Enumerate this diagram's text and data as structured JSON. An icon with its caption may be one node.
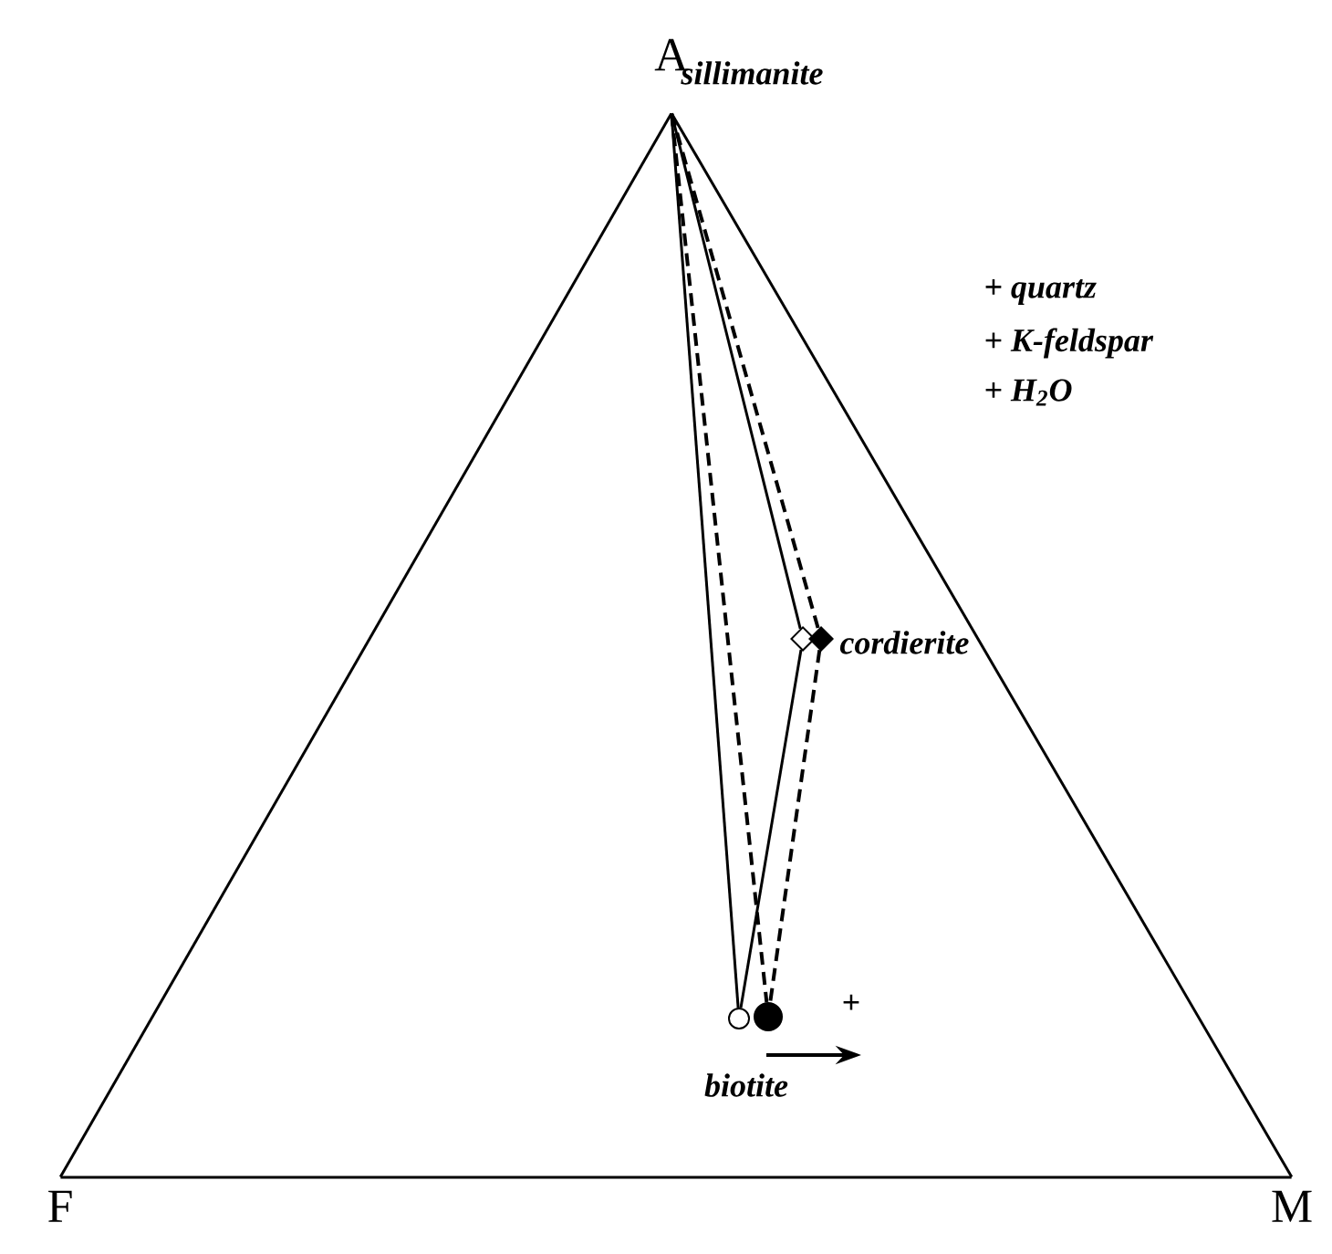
{
  "diagram": {
    "nodes": [
      {
        "text": [
          "A"
        ],
        "beside": [
          "sillimanite"
        ]
      },
      {
        "text": [
          "F"
        ]
      },
      {
        "text": [
          "M"
        ]
      },
      {
        "text": [],
        "shape": "diamond"
      },
      {
        "text": [],
        "shape": "diamond",
        "beside": [
          "cordierite"
        ]
      },
      {
        "text": [],
        "shape": "circle"
      },
      {
        "text": [],
        "shape": "circle",
        "beside": [
          "biotite"
        ]
      }
    ],
    "edges": [
      {
        "from": 0,
        "to": 1,
        "arrow": "none"
      },
      {
        "from": 0,
        "to": 2,
        "arrow": "none"
      },
      {
        "from": 1,
        "to": 2,
        "arrow": "none"
      },
      {
        "from": 0,
        "to": 5,
        "arrow": "none"
      },
      {
        "from": 0,
        "to": 3,
        "arrow": "none"
      },
      {
        "from": 3,
        "to": 5,
        "arrow": "none"
      },
      {
        "from": 0,
        "to": 6,
        "arrow": "none",
        "style": "dashed"
      },
      {
        "from": 0,
        "to": 4,
        "arrow": "none",
        "style": "dashed"
      },
      {
        "from": 4,
        "to": 6,
        "arrow": "none",
        "style": "dashed"
      }
    ],
    "labels": [
      "+ quartz",
      "+ K-feldspar",
      "+ H$_{2}$O",
      "+"
    ]
  }
}
